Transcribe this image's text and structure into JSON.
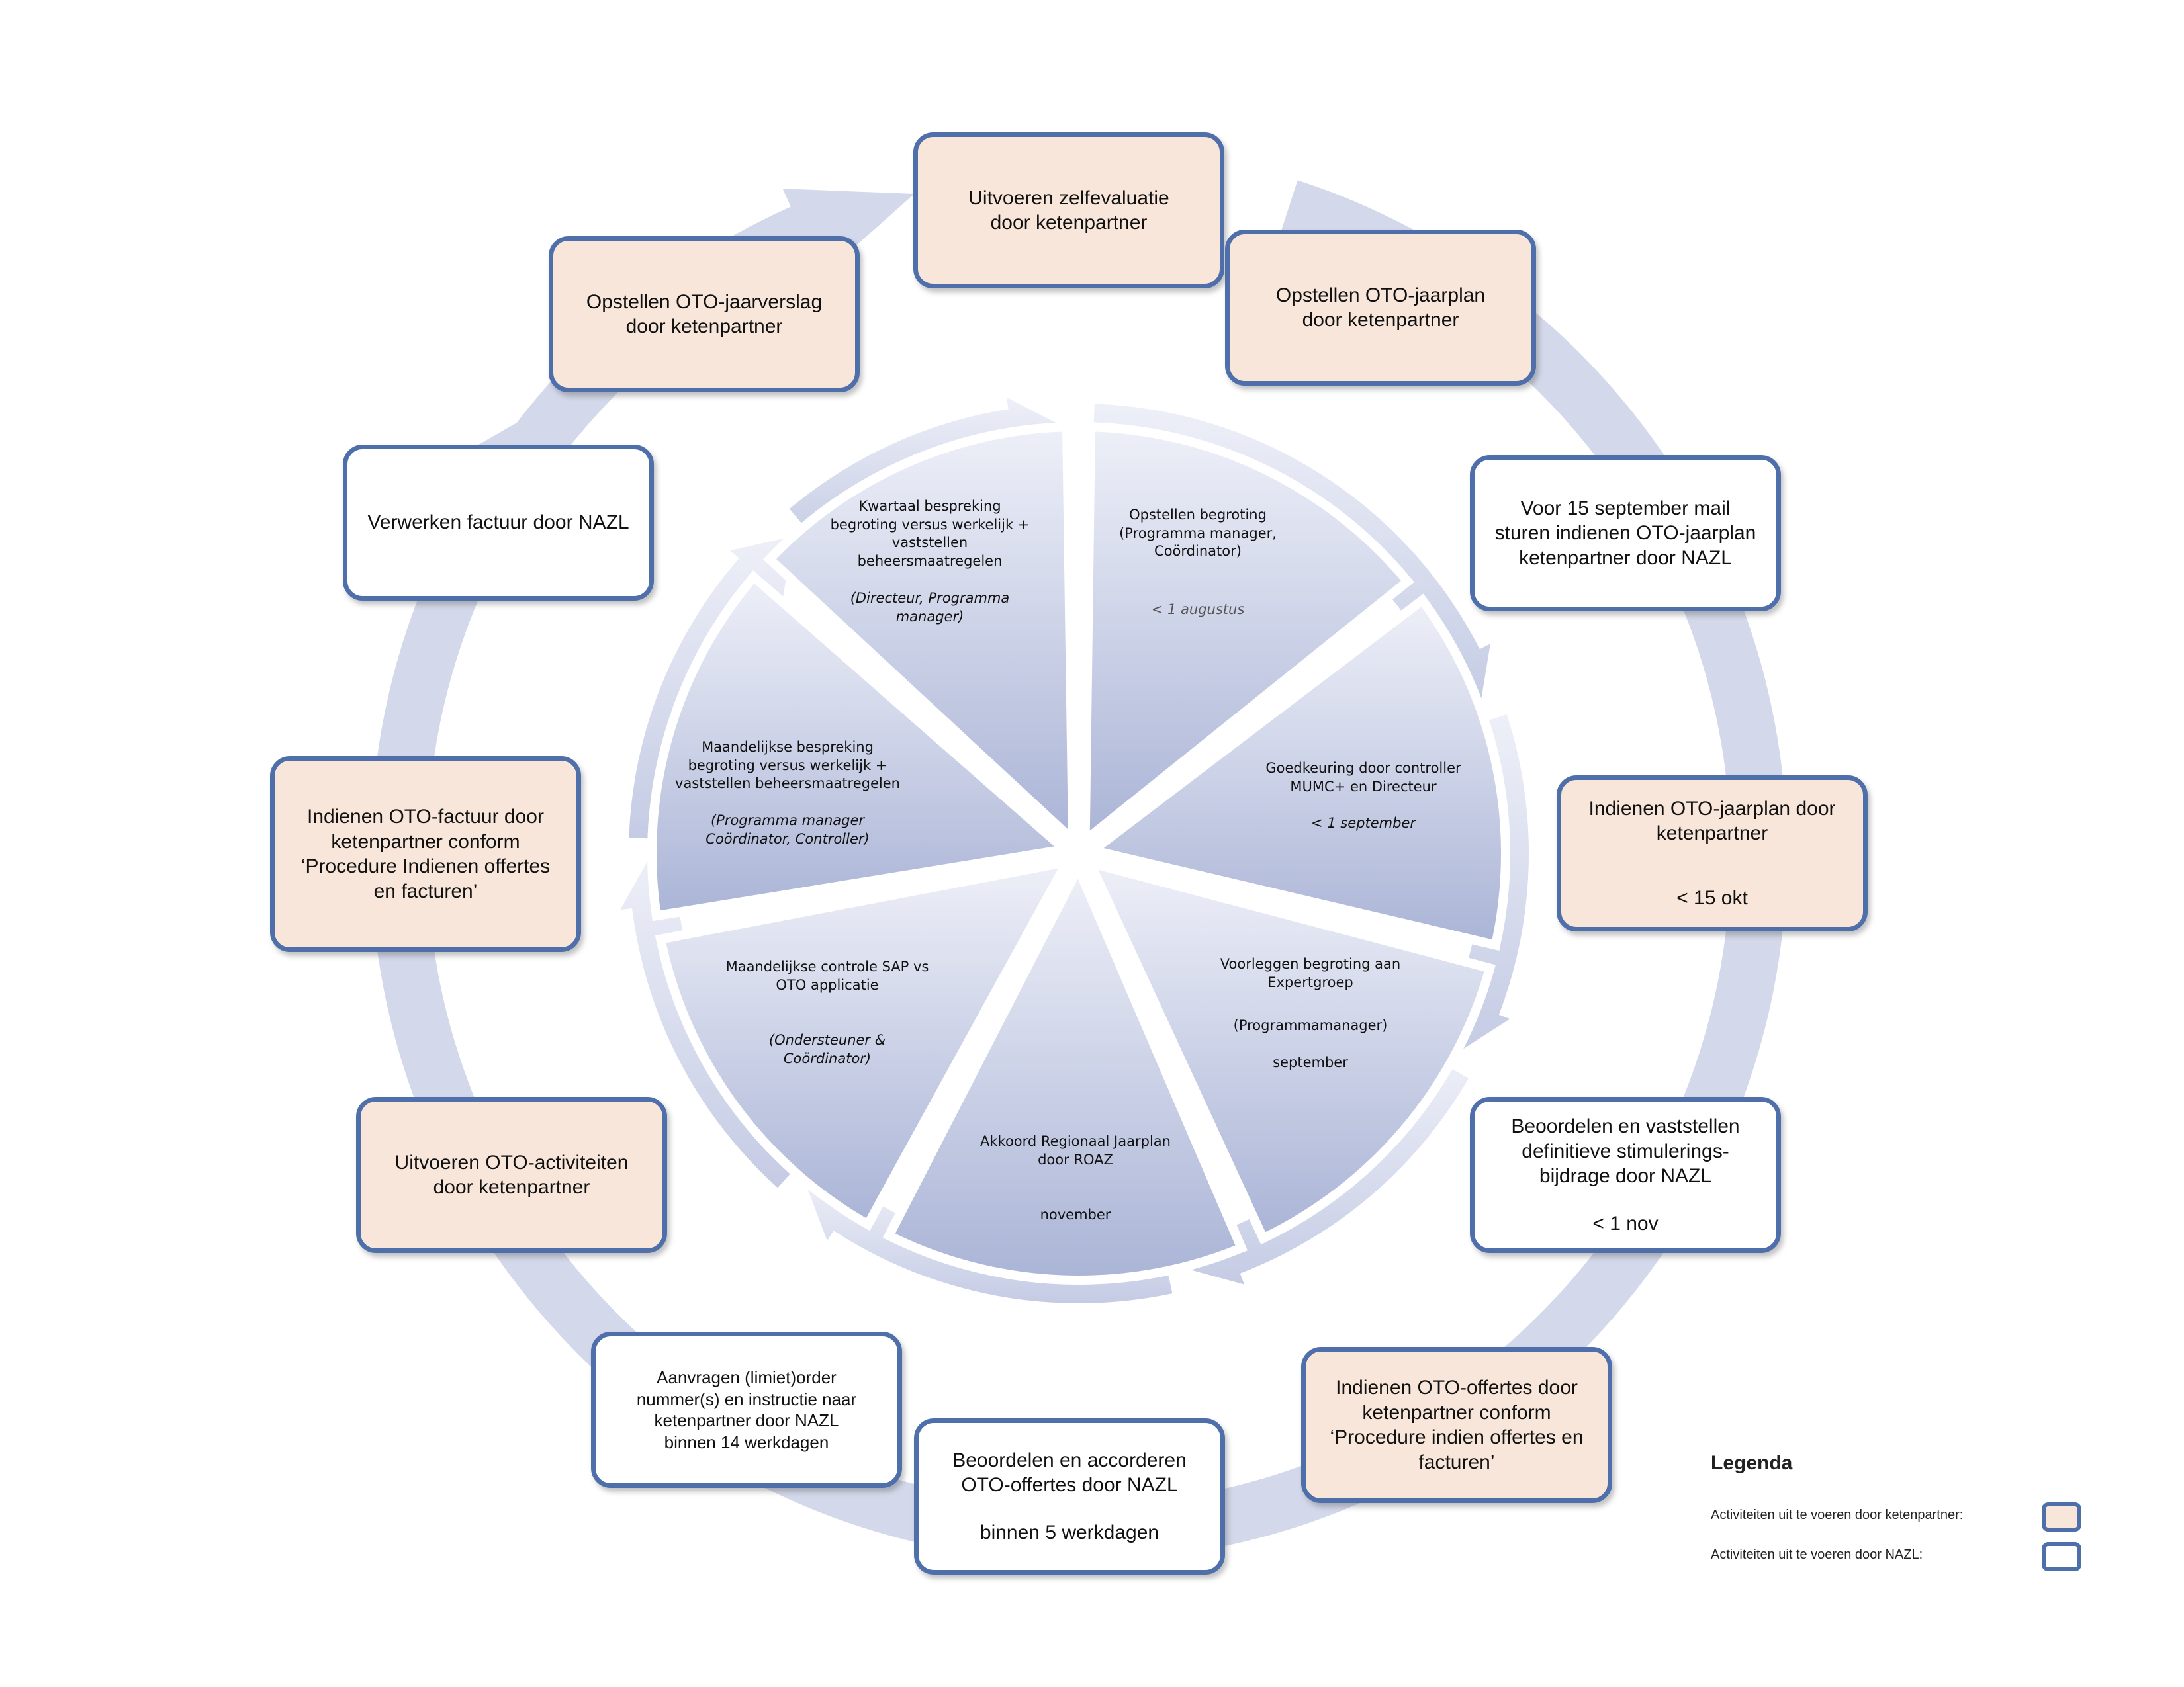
{
  "outer_steps": [
    {
      "id": "zelfevaluatie",
      "type": "ketenpartner",
      "lines": [
        "Uitvoeren zelfevaluatie",
        "door ketenpartner"
      ]
    },
    {
      "id": "jaarplan",
      "type": "ketenpartner",
      "lines": [
        "Opstellen OTO-jaarplan",
        "door ketenpartner"
      ]
    },
    {
      "id": "mail",
      "type": "nazl",
      "lines": [
        "Voor 15 september mail",
        "sturen indienen OTO-jaarplan",
        "ketenpartner door NAZL"
      ]
    },
    {
      "id": "indienen-jaarplan",
      "type": "ketenpartner",
      "lines": [
        "Indienen OTO-jaarplan door",
        "ketenpartner"
      ],
      "deadline": "< 15 okt"
    },
    {
      "id": "stimulering",
      "type": "nazl",
      "lines": [
        "Beoordelen en vaststellen",
        "definitieve stimulerings-",
        "bijdrage door NAZL"
      ],
      "deadline": "< 1 nov"
    },
    {
      "id": "offertes",
      "type": "ketenpartner",
      "lines": [
        "Indienen OTO-offertes door",
        "ketenpartner conform",
        "‘Procedure indien offertes en",
        "facturen’"
      ]
    },
    {
      "id": "accorderen",
      "type": "nazl",
      "lines": [
        "Beoordelen en accorderen",
        "OTO-offertes door NAZL"
      ],
      "deadline": "binnen 5 werkdagen"
    },
    {
      "id": "ordernummer",
      "type": "nazl",
      "lines": [
        "Aanvragen (limiet)order",
        "nummer(s) en instructie naar",
        "ketenpartner door NAZL",
        "binnen 14 werkdagen"
      ]
    },
    {
      "id": "activiteiten",
      "type": "ketenpartner",
      "lines": [
        "Uitvoeren OTO-activiteiten",
        "door ketenpartner"
      ]
    },
    {
      "id": "factuur",
      "type": "ketenpartner",
      "lines": [
        "Indienen OTO-factuur door",
        "ketenpartner conform",
        "‘Procedure Indienen offertes",
        "en facturen’"
      ]
    },
    {
      "id": "verwerken",
      "type": "nazl",
      "lines": [
        "Verwerken factuur door NAZL"
      ]
    },
    {
      "id": "jaarverslag",
      "type": "ketenpartner",
      "lines": [
        "Opstellen OTO-jaarverslag",
        "door ketenpartner"
      ]
    }
  ],
  "inner_steps": [
    {
      "id": "begroting",
      "lines": [
        "Opstellen begroting",
        "(Programma manager,",
        "Coördinator)"
      ],
      "when": "< 1 augustus"
    },
    {
      "id": "goedkeuring",
      "lines": [
        "Goedkeuring door controller",
        "MUMC+ en Directeur"
      ],
      "when": "< 1 september"
    },
    {
      "id": "voorleggen",
      "lines": [
        "Voorleggen begroting aan",
        "Expertgroep"
      ],
      "who": "(Programmamanager)",
      "when": "september"
    },
    {
      "id": "akkoord",
      "lines": [
        "Akkoord Regionaal Jaarplan",
        "door ROAZ"
      ],
      "when": "november"
    },
    {
      "id": "controle",
      "lines": [
        "Maandelijkse controle SAP vs",
        "OTO applicatie"
      ],
      "who": "(Ondersteuner &",
      "who2": "Coördinator)"
    },
    {
      "id": "maandelijks",
      "lines": [
        "Maandelijkse bespreking",
        "begroting versus werkelijk +",
        "vaststellen beheersmaatregelen"
      ],
      "who": "(Programma manager",
      "who2": "Coördinator, Controller)"
    },
    {
      "id": "kwartaal",
      "lines": [
        "Kwartaal bespreking",
        "begroting versus werkelijk +",
        "vaststellen",
        "beheersmaatregelen"
      ],
      "who": "(Directeur, Programma",
      "who2": "manager)"
    }
  ],
  "legend": {
    "title": "Legenda",
    "ketenpartner_label": "Activiteiten uit te voeren door ketenpartner:",
    "nazl_label": "Activiteiten uit te voeren door NAZL:"
  },
  "colors": {
    "ketenpartner_fill": "#f8e6da",
    "nazl_fill": "#ffffff",
    "box_border": "#4f6fab",
    "outer_ring": "#d3d8ea",
    "inner_segment_top": "#eef0f8",
    "inner_segment_bottom": "#aab4d6"
  }
}
